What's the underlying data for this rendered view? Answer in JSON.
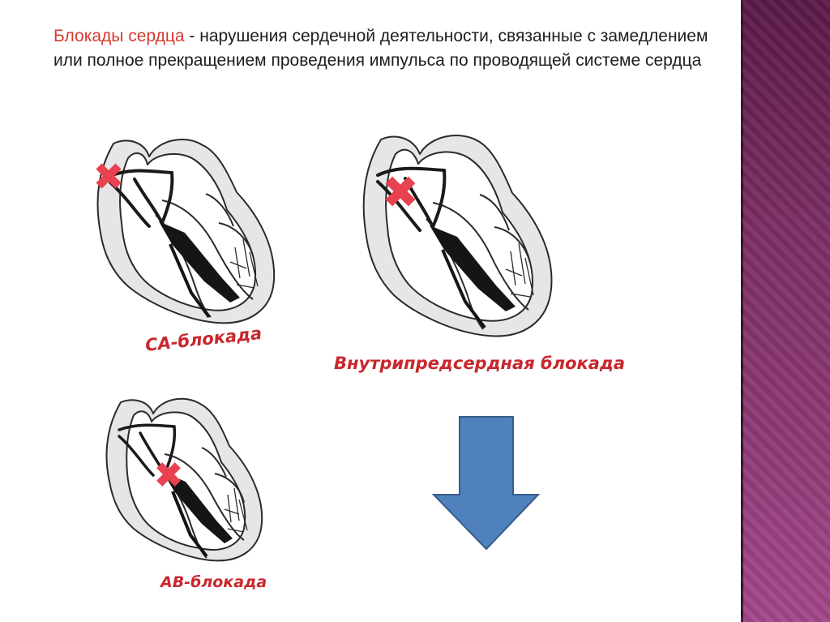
{
  "heading": {
    "term": "Блокады сердца",
    "text": " - нарушения сердечной деятельности, связанные с замедлением или полное прекращением проведения импульса по проводящей системе сердца"
  },
  "captions": {
    "sa_block": "СА-блокада",
    "intra_atrial_block": "Внутрипредсердная блокада",
    "av_block": "АВ-блокада"
  },
  "colors": {
    "accent_red": "#d63a2f",
    "block_marker": "#e8414f",
    "arrow_fill": "#4f81bd",
    "sidebar": "#8e3a75"
  },
  "icons": [
    "block-cross-icon",
    "down-arrow-icon"
  ]
}
